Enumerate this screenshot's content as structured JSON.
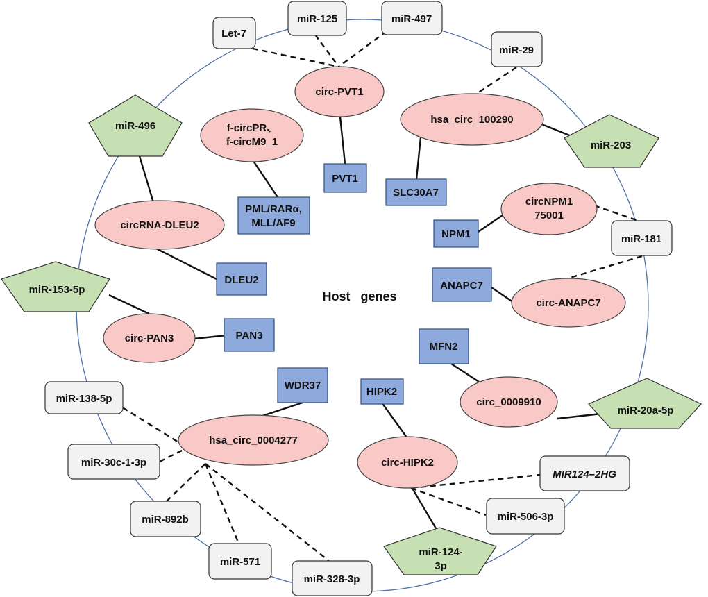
{
  "center_label": "Host   genes",
  "colors": {
    "circle": "#4e71a8",
    "circ_fill": "#f8c9c6",
    "circ_stroke": "#444444",
    "host_fill": "#8ea9db",
    "host_stroke": "#2f4f7f",
    "mirna_fill": "#f2f2f2",
    "mirna_stroke": "#333333",
    "pentagon_fill": "#c6e0b4",
    "pentagon_stroke": "#333333",
    "edge": "#111111"
  },
  "circ_rnas": {
    "circ_pvt1": "circ-PVT1",
    "f_circpr": [
      "f-circPR、",
      "f-circM9_1"
    ],
    "hsa_circ_100290": "hsa_circ_100290",
    "circrna_dleu2": "circRNA-DLEU2",
    "circnpm1": [
      "circNPM1",
      "75001"
    ],
    "circ_anapc7": "circ-ANAPC7",
    "circ_pan3": "circ-PAN3",
    "circ_0009910": "circ_0009910",
    "hsa_circ_0004277": "hsa_circ_0004277",
    "circ_hipk2": "circ-HIPK2"
  },
  "host_genes": {
    "pvt1": "PVT1",
    "slc30a7": "SLC30A7",
    "pml": [
      "PML/RARα,",
      "MLL/AF9"
    ],
    "npm1": "NPM1",
    "dleu2": "DLEU2",
    "anapc7": "ANAPC7",
    "pan3": "PAN3",
    "mfn2": "MFN2",
    "wdr37": "WDR37",
    "hipk2": "HIPK2"
  },
  "mirnas": {
    "let7": "Let-7",
    "mir125": "miR-125",
    "mir497": "miR-497",
    "mir29": "miR-29",
    "mir181": "miR-181",
    "mir138": "miR-138-5p",
    "mir30c": "miR-30c-1-3p",
    "mir892b": "miR-892b",
    "mir571": "miR-571",
    "mir328": "miR-328-3p",
    "mir506": "miR-506-3p",
    "mir124hg": "MIR124–2HG"
  },
  "pentagons": {
    "mir496": "miR-496",
    "mir203": "miR-203",
    "mir153": "miR-153-5p",
    "mir20a": "miR-20a-5p",
    "mir124_3p": [
      "miR-124-",
      "3p"
    ]
  }
}
